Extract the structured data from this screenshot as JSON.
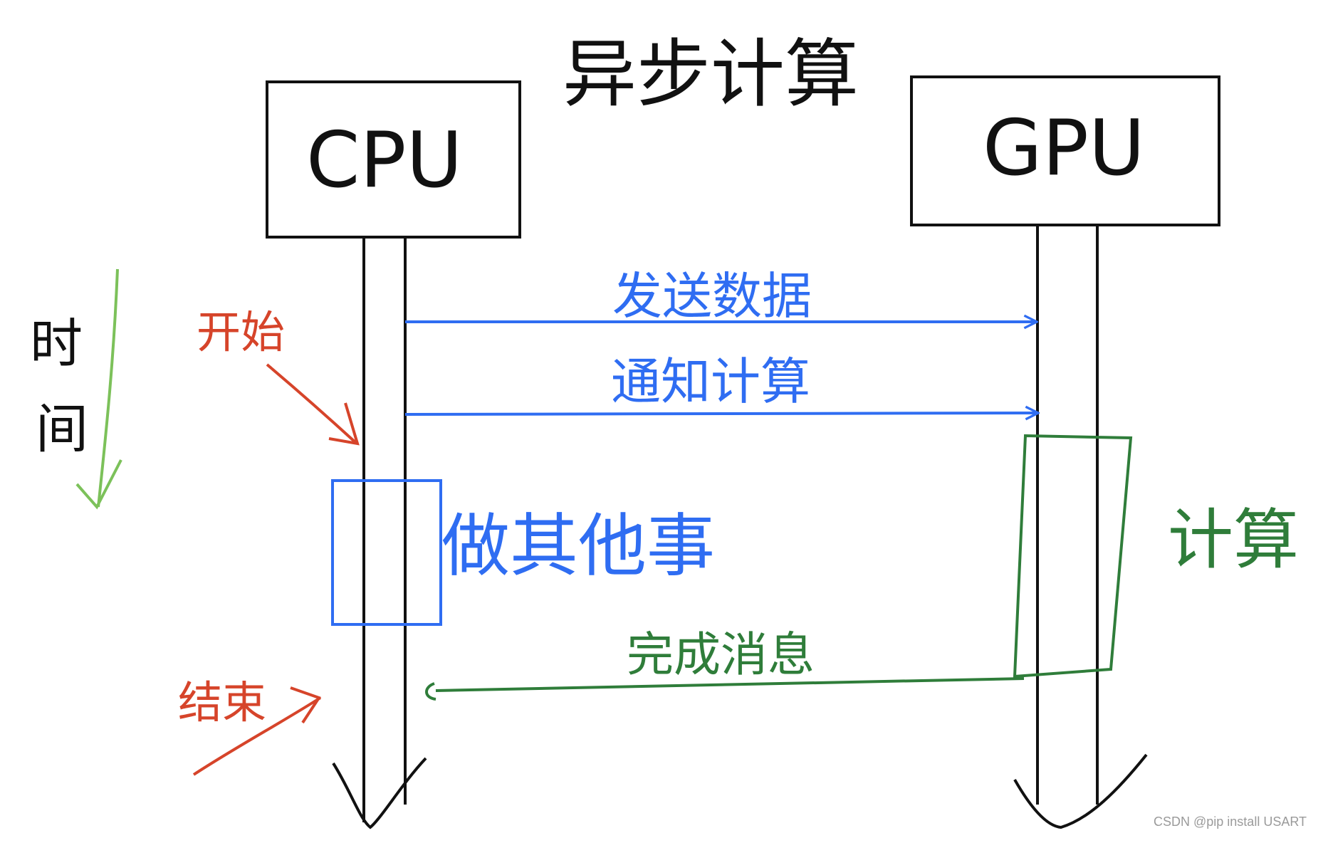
{
  "title": "异步计算",
  "cpu": {
    "label": "CPU"
  },
  "gpu": {
    "label": "GPU"
  },
  "time_axis": {
    "label_line1": "时",
    "label_line2": "间"
  },
  "messages": {
    "send_data": "发送数据",
    "notify_compute": "通知计算",
    "complete_msg": "完成消息"
  },
  "cpu_activity": {
    "label": "做其他事"
  },
  "gpu_activity": {
    "label": "计算"
  },
  "markers": {
    "start": "开始",
    "end": "结束"
  },
  "watermark": "CSDN @pip install USART",
  "colors": {
    "ink": "#111111",
    "blue": "#2f6df2",
    "red": "#d6442a",
    "green": "#2f7d3a",
    "time_green": "#7cc15a"
  }
}
